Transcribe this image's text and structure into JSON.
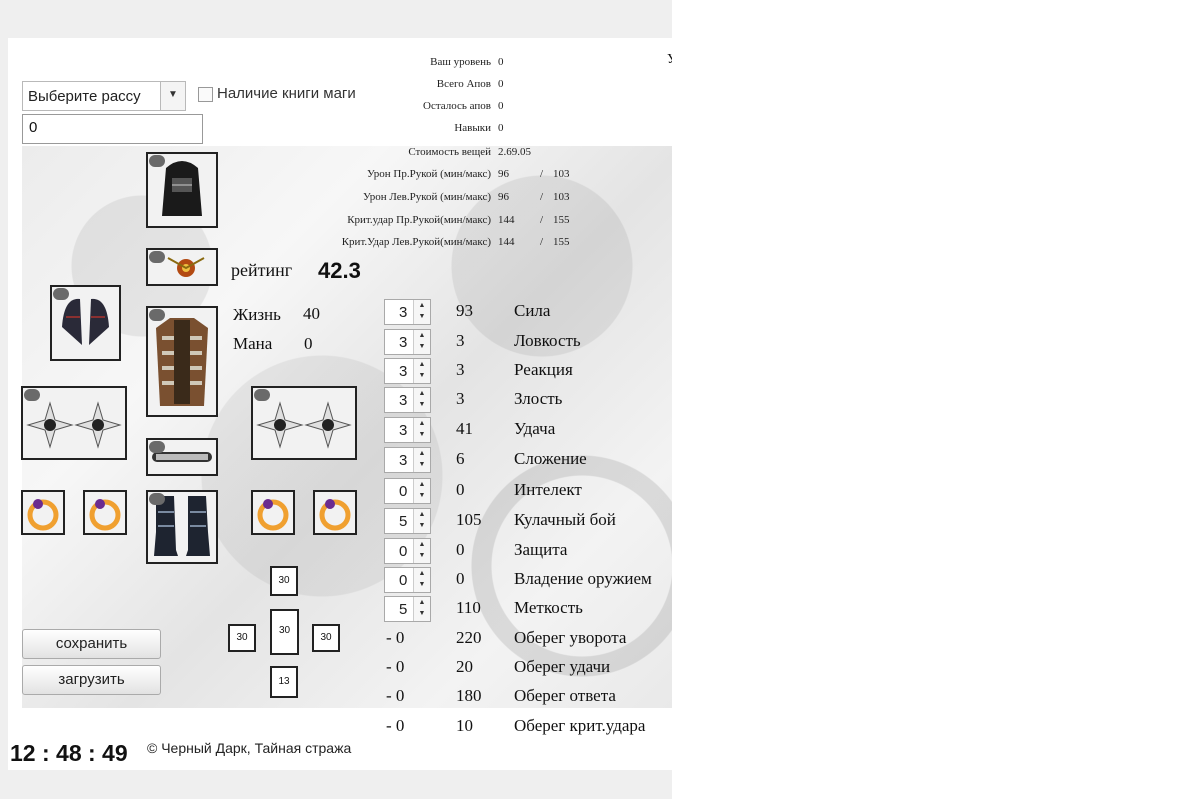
{
  "race_select": {
    "selected": "Выберите рассу"
  },
  "magic_book": {
    "label": "Наличие книги маги",
    "checked": false
  },
  "number_field": {
    "value": "0"
  },
  "summary": [
    {
      "label": "Ваш уровень",
      "value": "0"
    },
    {
      "label": "Всего Апов",
      "value": "0"
    },
    {
      "label": "Осталось апов",
      "value": "0"
    },
    {
      "label": "Навыки",
      "value": "0"
    },
    {
      "label": "Стоимость вещей",
      "value": "2.69.05"
    }
  ],
  "damage": [
    {
      "label": "Урон Пр.Рукой (мин/макс)",
      "min": "96",
      "max": "103"
    },
    {
      "label": "Урон  Лев.Рукой (мин/макс)",
      "min": "96",
      "max": "103"
    },
    {
      "label": "Крит.удар Пр.Рукой(мин/макс)",
      "min": "144",
      "max": "155"
    },
    {
      "label": "Крит.Удар Лев.Рукой(мин/макс)",
      "min": "144",
      "max": "155"
    }
  ],
  "rating": {
    "label": "рейтинг",
    "value": "42.3"
  },
  "life": {
    "label": "Жизнь",
    "value": "40"
  },
  "mana": {
    "label": "Мана",
    "value": "0"
  },
  "stats": [
    {
      "input": "3",
      "value": "93",
      "label": "Сила"
    },
    {
      "input": "3",
      "value": "3",
      "label": "Ловкость"
    },
    {
      "input": "3",
      "value": "3",
      "label": "Реакция"
    },
    {
      "input": "3",
      "value": "3",
      "label": "Злость"
    },
    {
      "input": "3",
      "value": "41",
      "label": "Удача"
    },
    {
      "input": "3",
      "value": "6",
      "label": "Сложение"
    },
    {
      "input": "0",
      "value": "0",
      "label": "Интелект"
    },
    {
      "input": "5",
      "value": "105",
      "label": "Кулачный бой"
    },
    {
      "input": "0",
      "value": "0",
      "label": "Защита"
    },
    {
      "input": "0",
      "value": "0",
      "label": "Владение оружием"
    },
    {
      "input": "5",
      "value": "110",
      "label": "Меткость"
    }
  ],
  "amulets": [
    {
      "minus": "- 0",
      "value": "220",
      "label": "Оберег уворота"
    },
    {
      "minus": "- 0",
      "value": "20",
      "label": "Оберег удачи"
    },
    {
      "minus": "- 0",
      "value": "180",
      "label": "Оберег ответа"
    },
    {
      "minus": "- 0",
      "value": "10",
      "label": "Оберег крит.удара"
    }
  ],
  "small_slots": [
    "30",
    "30",
    "30",
    "30",
    "13"
  ],
  "buttons": {
    "save": "сохранить",
    "load": "загрузить"
  },
  "clock": "12 : 48 : 49",
  "copyright": "© Черный Дарк, Тайная стража",
  "edge_letter": "У"
}
